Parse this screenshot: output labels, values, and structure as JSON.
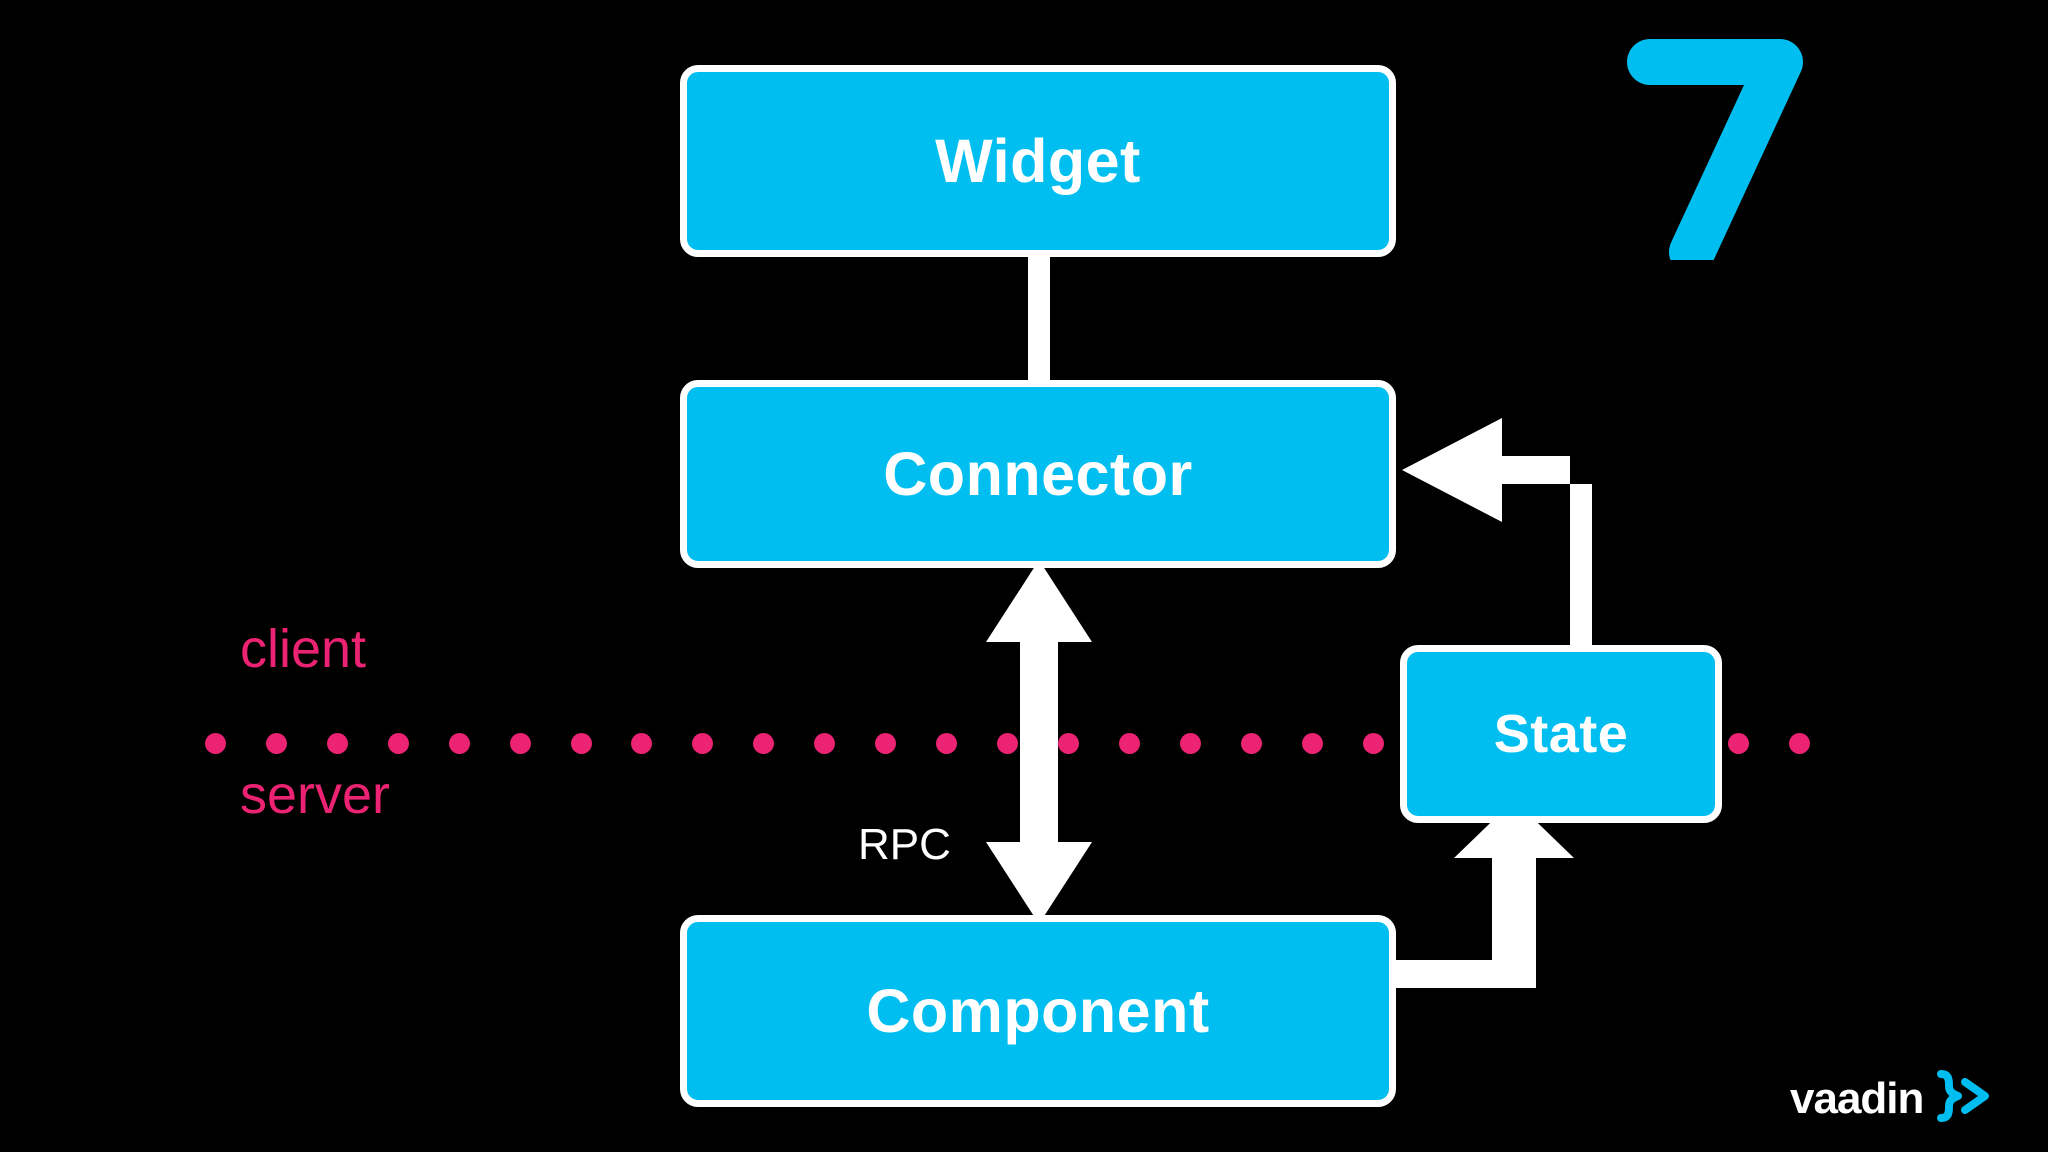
{
  "slide": {
    "background_color": "#000000",
    "accent_color": "#00BFF0",
    "divider_color": "#EC2272",
    "line_color": "#FFFFFF",
    "page_number": "7"
  },
  "diagram": {
    "type": "architecture-flow",
    "nodes": [
      {
        "id": "widget",
        "label": "Widget",
        "tier": "client"
      },
      {
        "id": "connector",
        "label": "Connector",
        "tier": "client"
      },
      {
        "id": "state",
        "label": "State",
        "tier": "boundary"
      },
      {
        "id": "component",
        "label": "Component",
        "tier": "server"
      }
    ],
    "edges": [
      {
        "from": "widget",
        "to": "connector",
        "style": "plain-line",
        "label": ""
      },
      {
        "from": "connector",
        "to": "component",
        "style": "double-arrow",
        "label": "RPC"
      },
      {
        "from": "state",
        "to": "connector",
        "style": "elbow-arrow-left",
        "label": ""
      },
      {
        "from": "component",
        "to": "state",
        "style": "elbow-arrow-up",
        "label": ""
      }
    ],
    "edge_labels": {
      "rpc": "RPC"
    },
    "tiers": {
      "client_label": "client",
      "server_label": "server",
      "divider_style": "dotted",
      "divider_dot_count": 27
    }
  },
  "branding": {
    "wordmark": "vaadin",
    "logo_glyph": "}>",
    "logo_icon_name": "vaadin-brackets-icon"
  }
}
